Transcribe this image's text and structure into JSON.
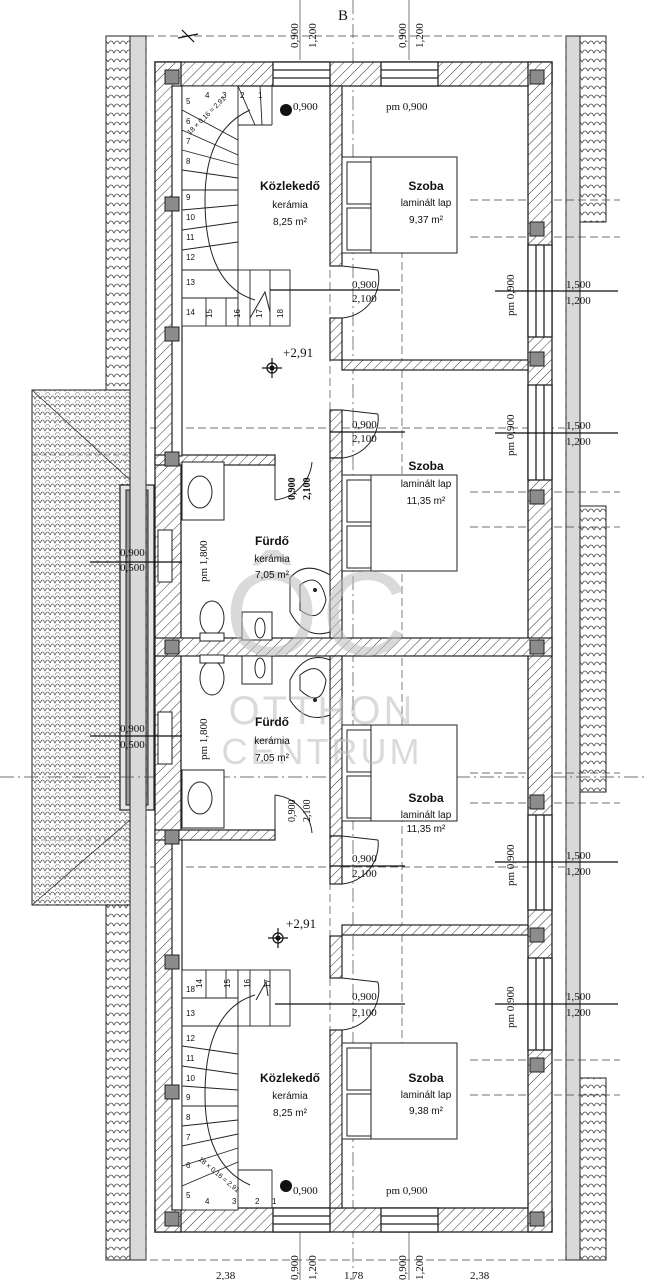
{
  "axis_label": "B",
  "watermark": {
    "line1": "OTTHON",
    "line2": "CENTRUM",
    "logo_letters": "ÔC"
  },
  "rooms": [
    {
      "id": "kozlekedo-top",
      "name": "Közlekedő",
      "material": "kerámia",
      "area": "8,25 m²"
    },
    {
      "id": "szoba-1",
      "name": "Szoba",
      "material": "laminált lap",
      "area": "9,37 m²"
    },
    {
      "id": "szoba-2",
      "name": "Szoba",
      "material": "laminált lap",
      "area": "11,35 m²"
    },
    {
      "id": "furdo-top",
      "name": "Fürdő",
      "material": "kerámia",
      "area": "7,05 m²"
    },
    {
      "id": "furdo-bottom",
      "name": "Fürdő",
      "material": "kerámia",
      "area": "7,05 m²"
    },
    {
      "id": "szoba-3",
      "name": "Szoba",
      "material": "laminált lap",
      "area": "11,35 m²"
    },
    {
      "id": "kozlekedo-bottom",
      "name": "Közlekedő",
      "material": "kerámia",
      "area": "8,25 m²"
    },
    {
      "id": "szoba-4",
      "name": "Szoba",
      "material": "laminált lap",
      "area": "9,38 m²"
    }
  ],
  "levels": {
    "top": "+2,91",
    "bottom": "+2,91"
  },
  "parapets": {
    "pm090": "pm 0,900",
    "pm180": "pm 1,800",
    "pm090_short": "0,900"
  },
  "dims": {
    "top_a1": "0,900",
    "top_a2": "1,200",
    "top_b1": "0,900",
    "top_b2": "1,200",
    "door": "0,900",
    "door_h": "2,100",
    "win_w": "1,500",
    "win_h": "1,200",
    "bath_door": "0,900",
    "bath_door_h": "2,100",
    "skylight_w": "0,900",
    "skylight_h": "0,500",
    "bottom_a1": "0,900",
    "bottom_a2": "1,200",
    "bottom_b1": "0,900",
    "bottom_b2": "1,200",
    "bottom_run_1": "2,38",
    "bottom_run_2": "1,78",
    "bottom_run_3": "2,38"
  },
  "stairs": {
    "formula": "18 × 0,16 = 2,91",
    "steps": [
      "1",
      "2",
      "3",
      "4",
      "5",
      "6",
      "7",
      "8",
      "9",
      "10",
      "11",
      "12",
      "13",
      "14",
      "15",
      "16",
      "17",
      "18"
    ]
  }
}
